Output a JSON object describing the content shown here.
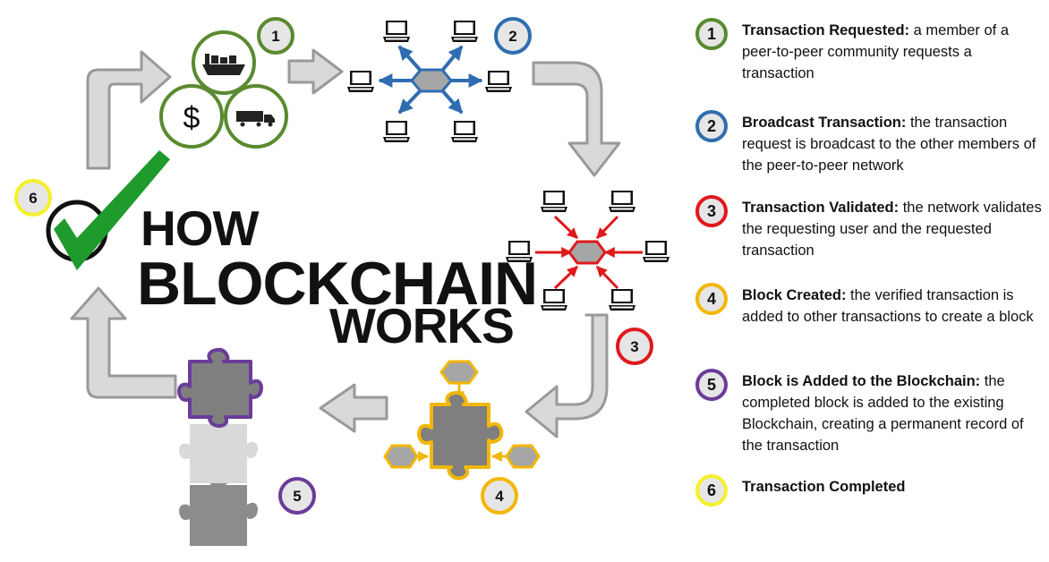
{
  "title": {
    "line1": "HOW",
    "line2": "BLOCKCHAIN",
    "line3": "WORKS"
  },
  "colors": {
    "step1": "#5a8a2f",
    "step2": "#2f6db0",
    "step3": "#e0191c",
    "step4": "#f2b705",
    "step5": "#6a3c99",
    "step6": "#f5f02a",
    "check": "#1f9a2c",
    "arrow_fill": "#d9d9d9",
    "arrow_stroke": "#999999",
    "node_gray": "#a6a6a6"
  },
  "icons": [
    "cargo-ship-icon",
    "dollar-icon",
    "truck-icon",
    "laptop-icon",
    "hexagon-node-icon",
    "puzzle-piece-icon",
    "checkmark-icon"
  ],
  "dollar_symbol": "$",
  "steps": [
    {
      "num": "1",
      "title": "Transaction Requested:",
      "text": " a member of a peer-to-peer community requests a transaction",
      "color": "#5a8a2f"
    },
    {
      "num": "2",
      "title": "Broadcast Transaction:",
      "text": " the transaction request is broadcast to the other members of the peer-to-peer network",
      "color": "#2f6db0"
    },
    {
      "num": "3",
      "title": "Transaction Validated:",
      "text": " the network validates the requesting user and the requested transaction",
      "color": "#e0191c"
    },
    {
      "num": "4",
      "title": "Block Created:",
      "text": " the verified transaction is added to other transactions to create a block",
      "color": "#f2b705"
    },
    {
      "num": "5",
      "title": "Block is Added to the Blockchain:",
      "text": " the completed block is added to the existing Blockchain, creating a permanent record of the transaction",
      "color": "#6a3c99"
    },
    {
      "num": "6",
      "title": "Transaction Completed",
      "text": "",
      "color": "#f5f02a"
    }
  ]
}
